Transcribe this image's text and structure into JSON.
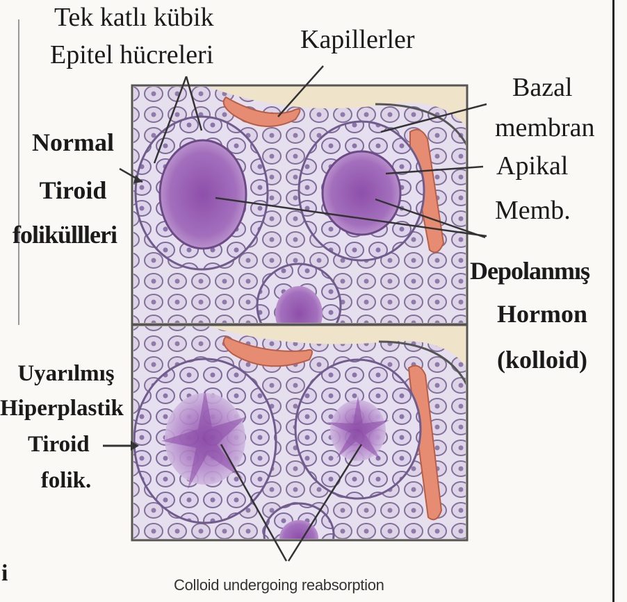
{
  "labels": {
    "tek_katli": "Tek katlı kübik",
    "epitel": "Epitel hücreleri",
    "kapillerler": "Kapillerler",
    "bazal": "Bazal",
    "membran": "membran",
    "apikal": "Apikal",
    "memb": "Memb.",
    "normal": "Normal",
    "tiroid1": "Tiroid",
    "folikulleri": "foliküllleri",
    "depolanmis": "Depolanmış",
    "hormon": "Hormon",
    "kolloid": "(kolloid)",
    "uyarilmis": "Uyarılmış",
    "hiperplastik": "Hiperplastik",
    "tiroid2": "Tiroid",
    "folik": "folik.",
    "corner_i": "i",
    "caption": "Colloid undergoing reabsorption"
  },
  "colors": {
    "panel_bg": "#efe3c9",
    "cell_fill": "#d8cfe6",
    "cell_stroke": "#7d6a96",
    "colloid": "#9b62b3",
    "capillary": "#e58c72",
    "line": "#333333"
  }
}
